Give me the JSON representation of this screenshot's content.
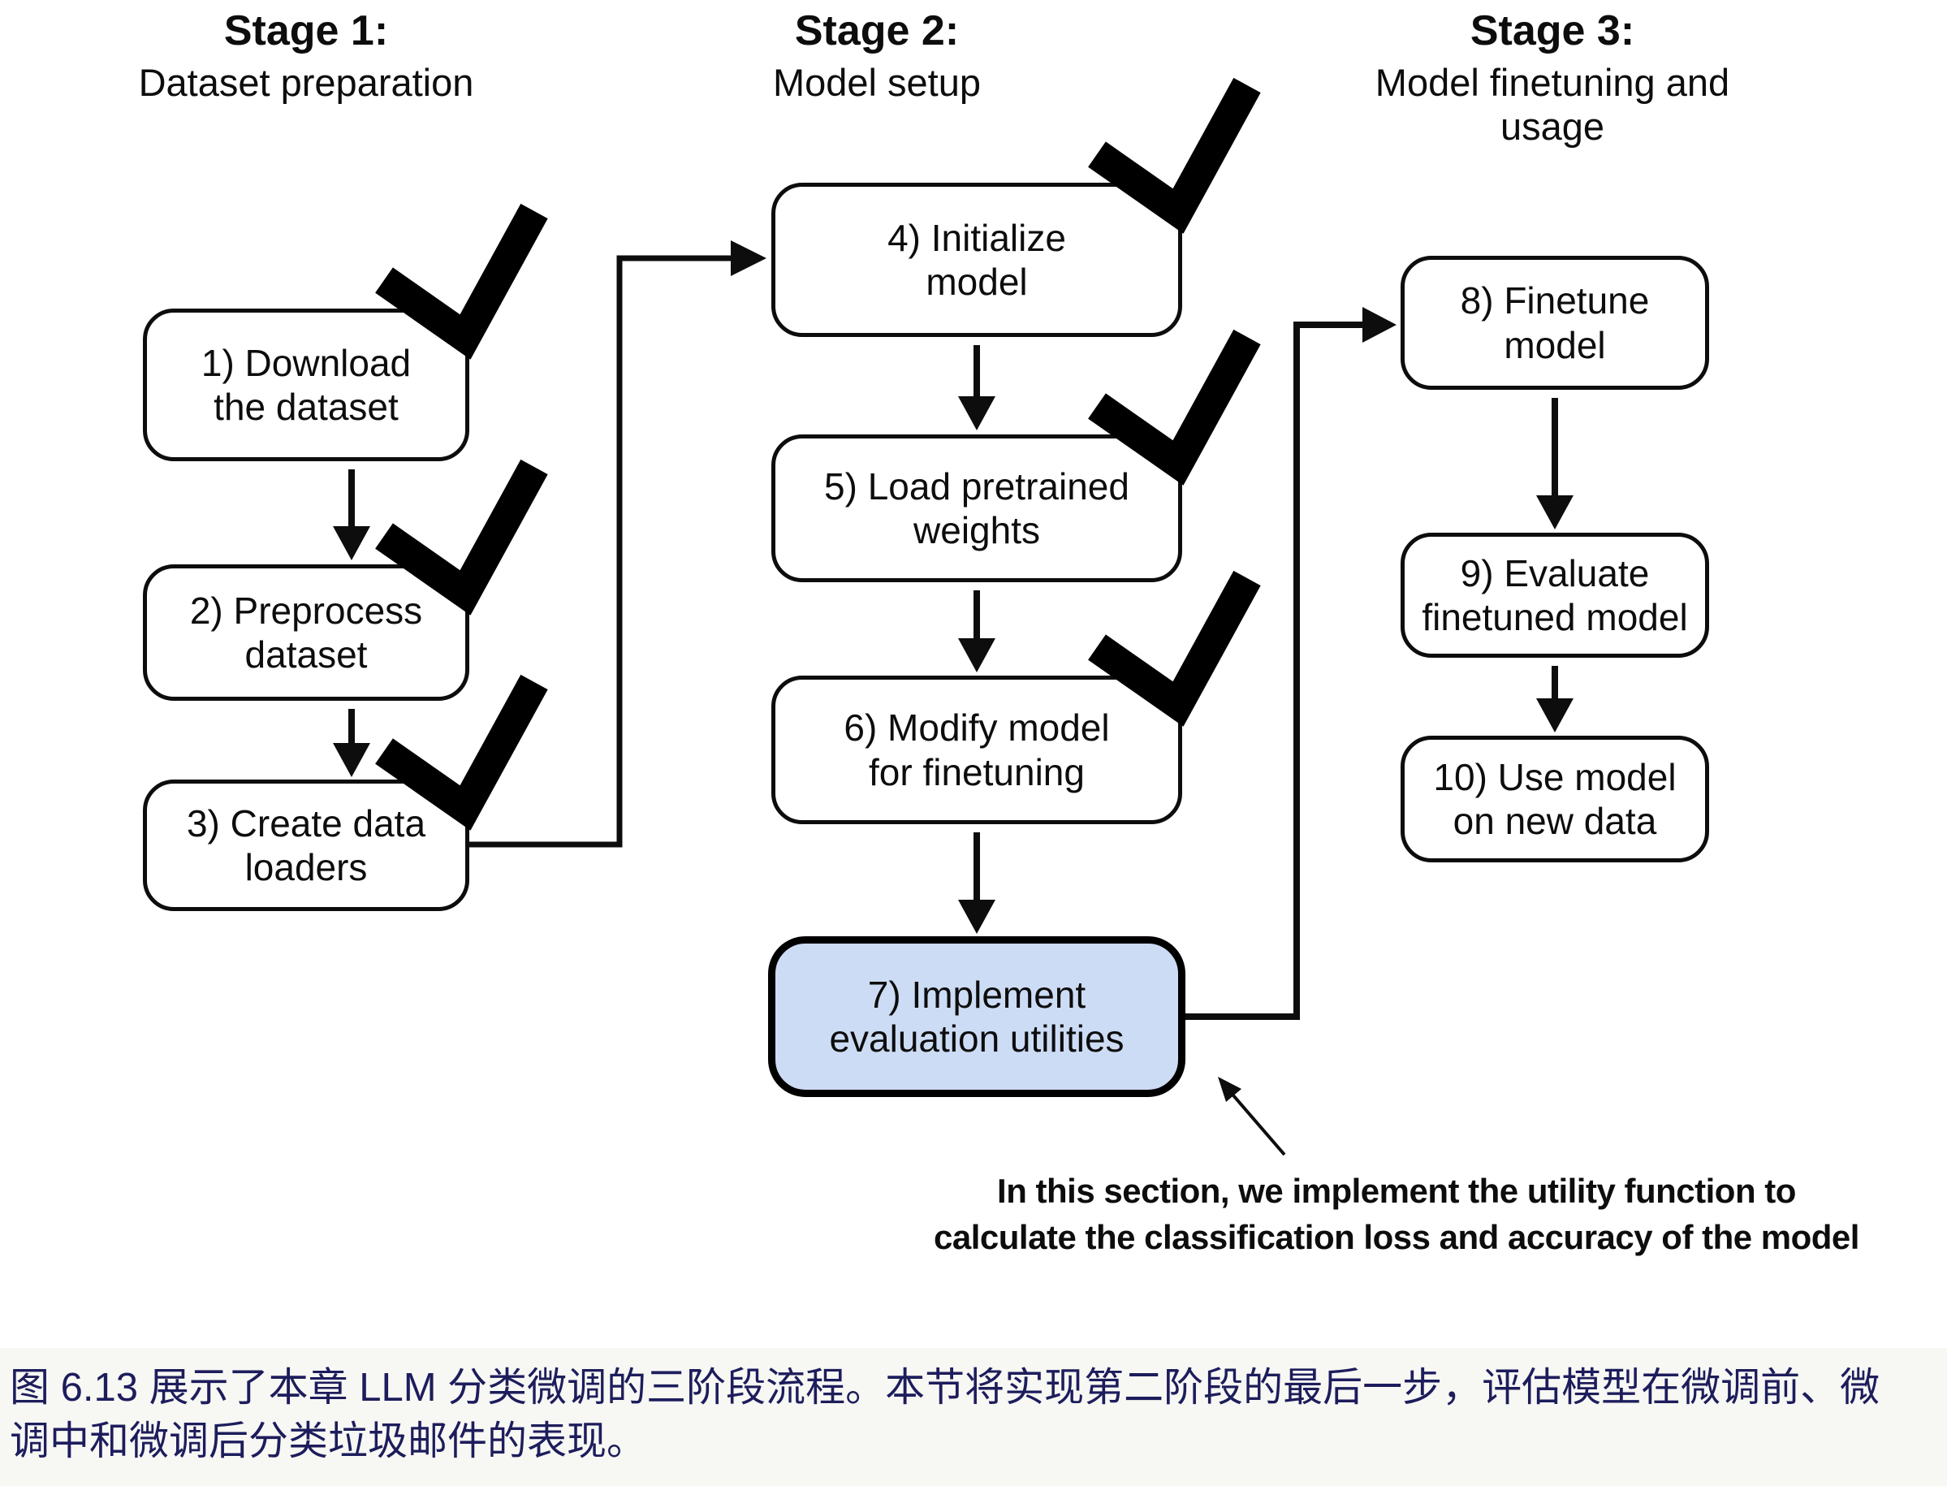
{
  "stages": [
    {
      "title": "Stage 1:",
      "subtitle": "Dataset preparation"
    },
    {
      "title": "Stage 2:",
      "subtitle": "Model setup"
    },
    {
      "title": "Stage 3:",
      "subtitle": "Model finetuning and usage"
    }
  ],
  "boxes": [
    {
      "id": 1,
      "label": "1) Download\nthe dataset",
      "checked": true,
      "highlighted": false
    },
    {
      "id": 2,
      "label": "2) Preprocess\ndataset",
      "checked": true,
      "highlighted": false
    },
    {
      "id": 3,
      "label": "3) Create data\nloaders",
      "checked": true,
      "highlighted": false
    },
    {
      "id": 4,
      "label": "4) Initialize\nmodel",
      "checked": true,
      "highlighted": false
    },
    {
      "id": 5,
      "label": "5) Load pretrained\nweights",
      "checked": true,
      "highlighted": false
    },
    {
      "id": 6,
      "label": "6) Modify model\nfor finetuning",
      "checked": true,
      "highlighted": false
    },
    {
      "id": 7,
      "label": "7) Implement\nevaluation utilities",
      "checked": false,
      "highlighted": true
    },
    {
      "id": 8,
      "label": "8) Finetune model",
      "checked": false,
      "highlighted": false
    },
    {
      "id": 9,
      "label": "9) Evaluate\nfinetuned model",
      "checked": false,
      "highlighted": false
    },
    {
      "id": 10,
      "label": "10) Use model\non new data",
      "checked": false,
      "highlighted": false
    }
  ],
  "annotation": {
    "line1": "In this section, we implement the utility function to",
    "line2": "calculate the classification loss and accuracy of the model"
  },
  "caption": {
    "line1": "图 6.13 展示了本章 LLM 分类微调的三阶段流程。本节将实现第二阶段的最后一步，评估模型在微调前、微",
    "line2": "调中和微调后分类垃圾邮件的表现。"
  },
  "colors": {
    "highlight_fill": "#cddcf5",
    "line": "#0d0d0d",
    "caption_text": "#1d1d5c",
    "caption_bg": "#f7f7f4"
  }
}
